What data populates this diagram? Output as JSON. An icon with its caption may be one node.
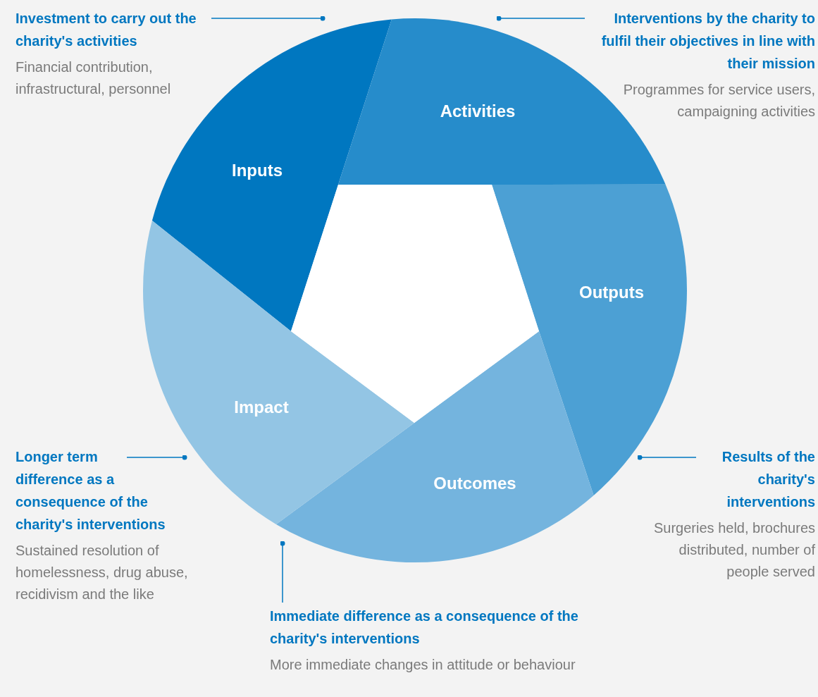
{
  "diagram": {
    "nodes": [
      {
        "text": [
          "Inputs"
        ]
      },
      {
        "text": [
          "Activities"
        ]
      },
      {
        "text": [
          "Outputs"
        ]
      },
      {
        "text": [
          "Outcomes"
        ]
      },
      {
        "text": [
          "Impact"
        ]
      },
      {
        "text": [
          "Investment to carry out the charity's activities",
          "Financial contribution, infrastructural, personnel"
        ]
      },
      {
        "text": [
          "Interventions by the charity to fulfil their objectives in line with their mission",
          "Programmes for service users, campaigning activities"
        ]
      },
      {
        "text": [
          "Results of the charity's interventions",
          "Surgeries held, brochures distributed, number of people served"
        ]
      },
      {
        "text": [
          "Immediate difference as a consequence of the charity's interventions",
          "More immediate changes in attitude or behaviour"
        ]
      },
      {
        "text": [
          "Longer term difference as a consequence of the charity's interventions",
          "Sustained resolution of homelessness, drug abuse, recidivism and the like"
        ]
      },
      {
        "text": [],
        "shape": "pentagon"
      }
    ],
    "edges": [
      {
        "from": 5,
        "to": 0,
        "arrow": "other"
      },
      {
        "from": 6,
        "to": 1,
        "arrow": "other"
      },
      {
        "from": 7,
        "to": 2,
        "arrow": "other"
      },
      {
        "from": 8,
        "to": 3,
        "arrow": "other"
      },
      {
        "from": 9,
        "to": 4,
        "arrow": "other"
      }
    ]
  }
}
